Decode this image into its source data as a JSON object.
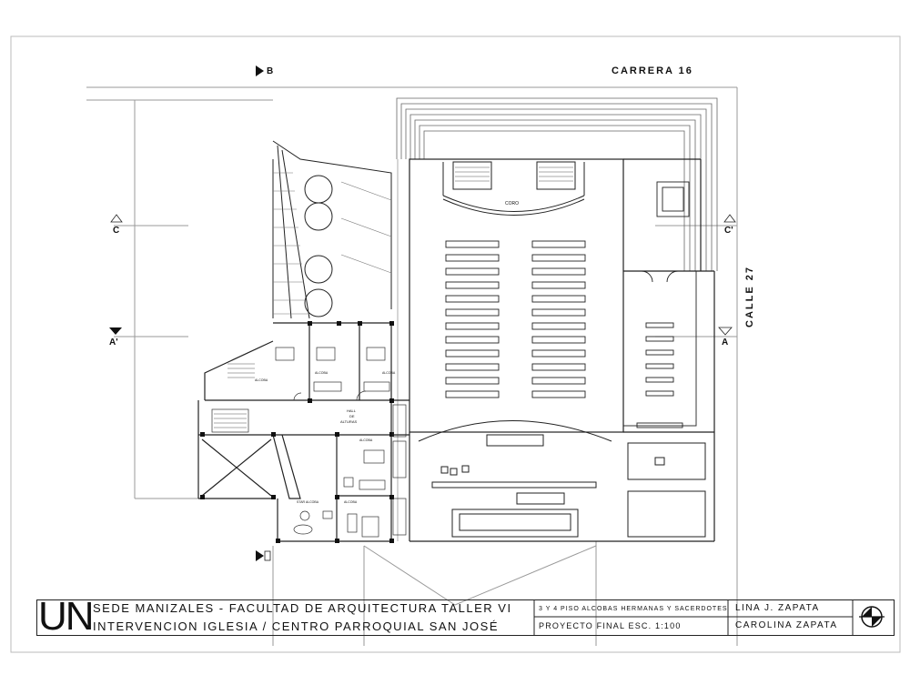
{
  "streets": {
    "north": "CARRERA 16",
    "east": "CALLE 27"
  },
  "section_marks": {
    "b": "B",
    "c_left": "C",
    "c_right": "C'",
    "a_left": "A'",
    "a_right": "A"
  },
  "room_labels": {
    "coro": "CORO",
    "alcoba_1": "ALCOBA",
    "alcoba_2": "ALCOBA",
    "alcoba_3": "ALCOBA",
    "alcoba_4": "ALCOBA",
    "alcoba_5": "ALCOBA",
    "hall": "HALL",
    "de": "DE",
    "altura": "ALTURAS",
    "star_alcoba": "STAR ALCOBA"
  },
  "title_block": {
    "logo": "UN",
    "line1": "SEDE MANIZALES - FACULTAD DE ARQUITECTURA TALLER VI",
    "line2": "INTERVENCION IGLESIA / CENTRO PARROQUIAL SAN JOSÉ",
    "sheet_desc": "3 Y 4 PISO ALCOBAS HERMANAS Y SACERDOTES",
    "project": "PROYECTO FINAL ESC. 1:100",
    "author1": "LINA J. ZAPATA",
    "author2": "CAROLINA ZAPATA"
  },
  "icons": {
    "north_arrow": "north-arrow-icon"
  }
}
